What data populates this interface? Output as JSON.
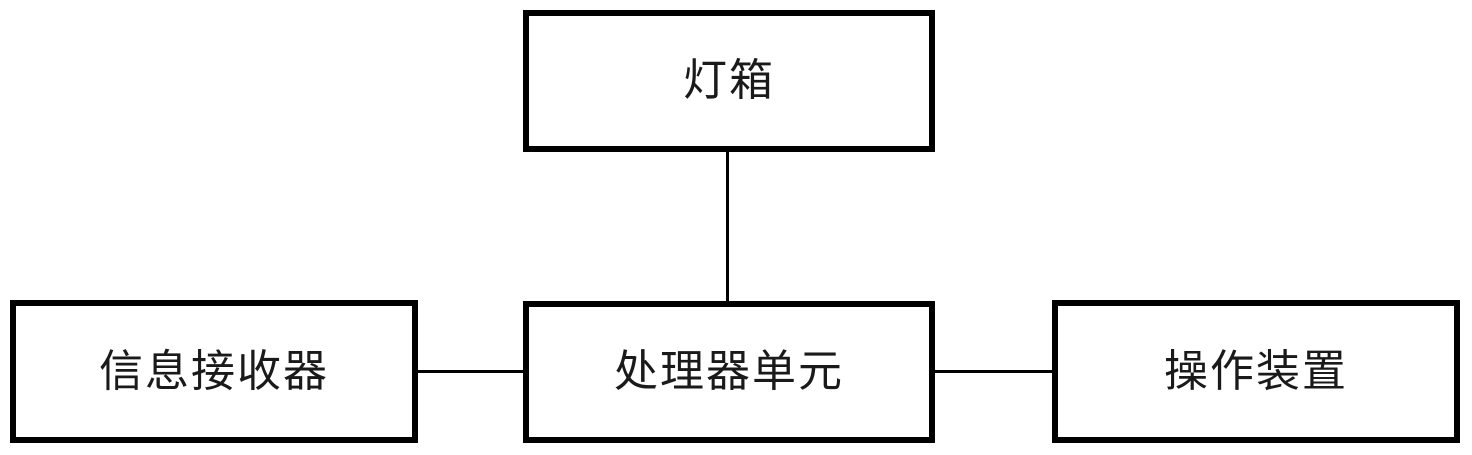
{
  "diagram": {
    "type": "block-diagram",
    "nodes": [
      {
        "id": "lightbox",
        "label": "灯箱"
      },
      {
        "id": "processor",
        "label": "处理器单元"
      },
      {
        "id": "receiver",
        "label": "信息接收器"
      },
      {
        "id": "operator",
        "label": "操作装置"
      }
    ],
    "edges": [
      {
        "from": "lightbox",
        "to": "processor",
        "style": "plain-line"
      },
      {
        "from": "receiver",
        "to": "processor",
        "style": "plain-line"
      },
      {
        "from": "processor",
        "to": "operator",
        "style": "plain-line"
      }
    ],
    "colors": {
      "border": "#000000",
      "text": "#1a1a1a",
      "background": "#ffffff"
    }
  }
}
